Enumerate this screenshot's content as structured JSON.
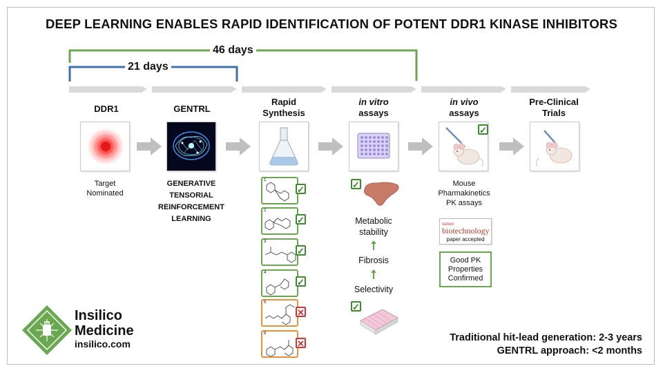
{
  "title": "DEEP LEARNING ENABLES RAPID IDENTIFICATION OF POTENT DDR1 KINASE INHIBITORS",
  "timeline": {
    "long_label": "46 days",
    "short_label": "21 days",
    "long_color": "#6aa84f",
    "short_color": "#3d6fb5"
  },
  "stages": [
    {
      "label_line1": "DDR1",
      "label_line2": ""
    },
    {
      "label_line1": "GENTRL",
      "label_line2": ""
    },
    {
      "label_line1": "Rapid",
      "label_line2": "Synthesis"
    },
    {
      "label_line1_italic": "in vitro",
      "label_line2": "assays"
    },
    {
      "label_line1_italic": "in vivo",
      "label_line2": "assays"
    },
    {
      "label_line1": "Pre-Clinical",
      "label_line2": "Trials"
    }
  ],
  "captions": {
    "ddr1": [
      "Target",
      "Nominated"
    ],
    "gentrl": [
      "GENERATIVE",
      "TENSORIAL",
      "REINFORCEMENT",
      "LEARNING"
    ],
    "in_vivo": [
      "Mouse",
      "Pharmakinetics",
      "PK assays"
    ]
  },
  "molecules": [
    {
      "num": "1",
      "status": "pass"
    },
    {
      "num": "2",
      "status": "pass"
    },
    {
      "num": "3",
      "status": "pass"
    },
    {
      "num": "4",
      "status": "pass"
    },
    {
      "num": "5",
      "status": "fail"
    },
    {
      "num": "6",
      "status": "fail"
    }
  ],
  "marks": {
    "pass": "✓",
    "fail": "✕"
  },
  "in_vitro_flow": {
    "metabolic": [
      "Metabolic",
      "stability"
    ],
    "fibrosis": "Fibrosis",
    "selectivity": "Selectivity"
  },
  "nature": {
    "line1": "nature",
    "line2": "biotechnology",
    "line3": "paper accepted"
  },
  "pk_confirmed": [
    "Good PK",
    "Properties",
    "Confirmed"
  ],
  "brand": {
    "name_line1": "Insilico",
    "name_line2": "Medicine",
    "url": "insilico.com",
    "color": "#6aa84f"
  },
  "notes": {
    "traditional": "Traditional hit-lead generation: 2-3 years",
    "gentrl": "GENTRL approach: <2 months"
  }
}
